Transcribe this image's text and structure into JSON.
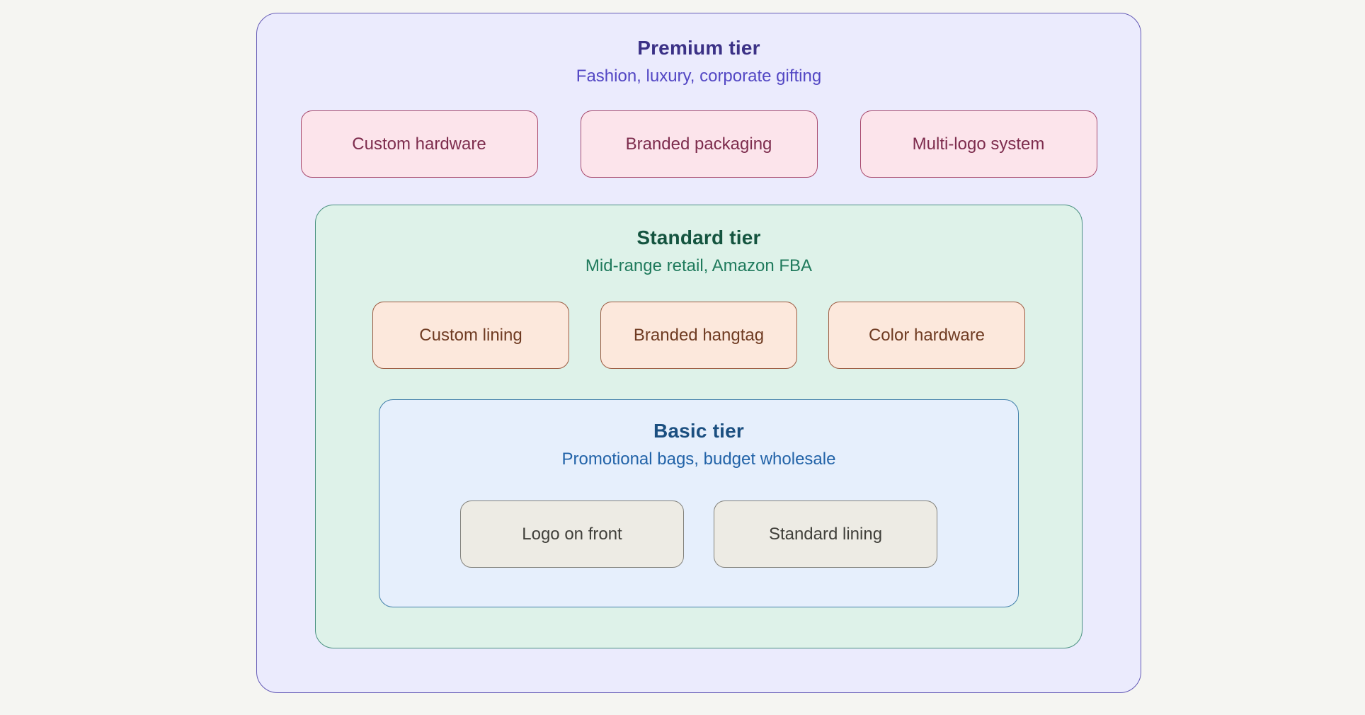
{
  "diagram": {
    "type": "nested-tier-diagram",
    "tiers": {
      "premium": {
        "title": "Premium tier",
        "subtitle": "Fashion, luxury, corporate gifting",
        "title_color": "#3b3186",
        "subtitle_color": "#5347c4",
        "background_color": "#ebebfd",
        "border_color": "#645ab6",
        "cards": [
          "Custom hardware",
          "Branded packaging",
          "Multi-logo system"
        ],
        "card_background": "#fce4eb",
        "card_border": "#a84a6e",
        "card_text_color": "#7d2c4d"
      },
      "standard": {
        "title": "Standard tier",
        "subtitle": "Mid-range retail, Amazon FBA",
        "title_color": "#14543f",
        "subtitle_color": "#1f7a5c",
        "background_color": "#def2e9",
        "border_color": "#4a9181",
        "cards": [
          "Custom lining",
          "Branded hangtag",
          "Color hardware"
        ],
        "card_background": "#fce8dc",
        "card_border": "#9c5b41",
        "card_text_color": "#6f3b22"
      },
      "basic": {
        "title": "Basic tier",
        "subtitle": "Promotional bags, budget wholesale",
        "title_color": "#1b4f80",
        "subtitle_color": "#2263a8",
        "background_color": "#e6effc",
        "border_color": "#4380ab",
        "cards": [
          "Logo on front",
          "Standard lining"
        ],
        "card_background": "#edebe4",
        "card_border": "#82817b",
        "card_text_color": "#403f3a"
      }
    },
    "page_background": "#f5f5f2"
  }
}
